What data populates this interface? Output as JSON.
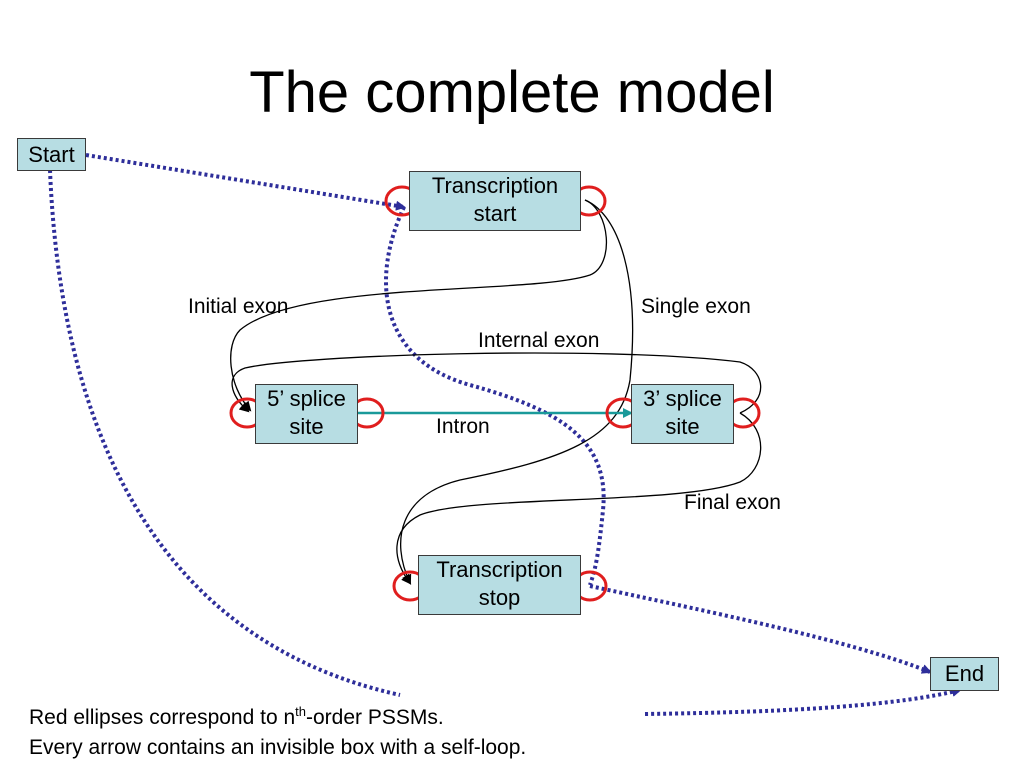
{
  "title": "The complete model",
  "colors": {
    "node_fill": "#b7dde3",
    "pssm_ellipse": "#e01e1e",
    "dotted_arrow": "#2e2e9a",
    "intron_arrow": "#1a9a9a",
    "exon_arrow": "#000000"
  },
  "nodes": {
    "start": "Start",
    "transcription_start": [
      "Transcription",
      "start"
    ],
    "five_prime_splice": [
      "5’ splice",
      "site"
    ],
    "three_prime_splice": [
      "3’ splice",
      "site"
    ],
    "transcription_stop": [
      "Transcription",
      "stop"
    ],
    "end": "End"
  },
  "edge_labels": {
    "initial_exon": "Initial exon",
    "single_exon": "Single exon",
    "internal_exon": "Internal exon",
    "intron": "Intron",
    "final_exon": "Final exon"
  },
  "footnote": {
    "line1_prefix": "Red ellipses correspond to n",
    "line1_sup": "th",
    "line1_suffix": "-order PSSMs.",
    "line2": "Every arrow contains an invisible box with a self-loop."
  }
}
